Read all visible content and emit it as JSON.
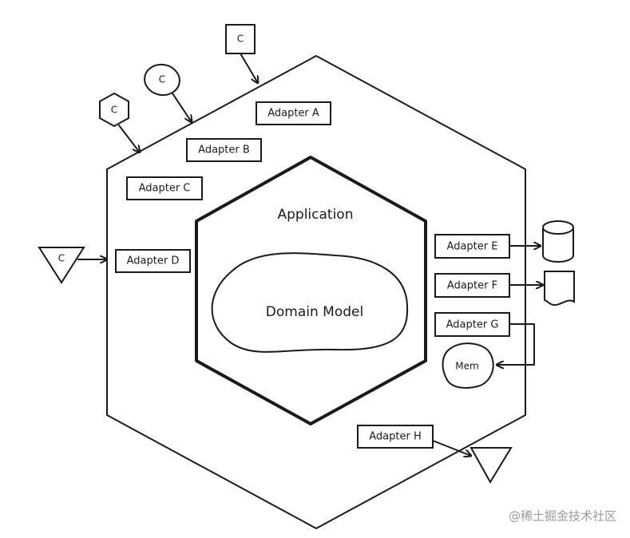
{
  "diagram": {
    "outer_hexagon": {
      "adapters": [
        {
          "id": "a",
          "label": "Adapter A"
        },
        {
          "id": "b",
          "label": "Adapter B"
        },
        {
          "id": "c",
          "label": "Adapter C"
        },
        {
          "id": "d",
          "label": "Adapter D"
        },
        {
          "id": "e",
          "label": "Adapter E"
        },
        {
          "id": "f",
          "label": "Adapter F"
        },
        {
          "id": "g",
          "label": "Adapter G"
        },
        {
          "id": "h",
          "label": "Adapter H"
        }
      ]
    },
    "inner_hexagon": {
      "title": "Application"
    },
    "domain": {
      "label": "Domain Model"
    },
    "clients": [
      {
        "shape": "square",
        "label": "C"
      },
      {
        "shape": "ellipse",
        "label": "C"
      },
      {
        "shape": "hexagon",
        "label": "C"
      },
      {
        "shape": "triangle",
        "label": "C"
      }
    ],
    "resources": [
      {
        "shape": "cylinder",
        "label": ""
      },
      {
        "shape": "document",
        "label": ""
      },
      {
        "shape": "blob",
        "label": "Mem"
      },
      {
        "shape": "triangle",
        "label": ""
      }
    ]
  },
  "watermark": "@稀土掘金技术社区"
}
